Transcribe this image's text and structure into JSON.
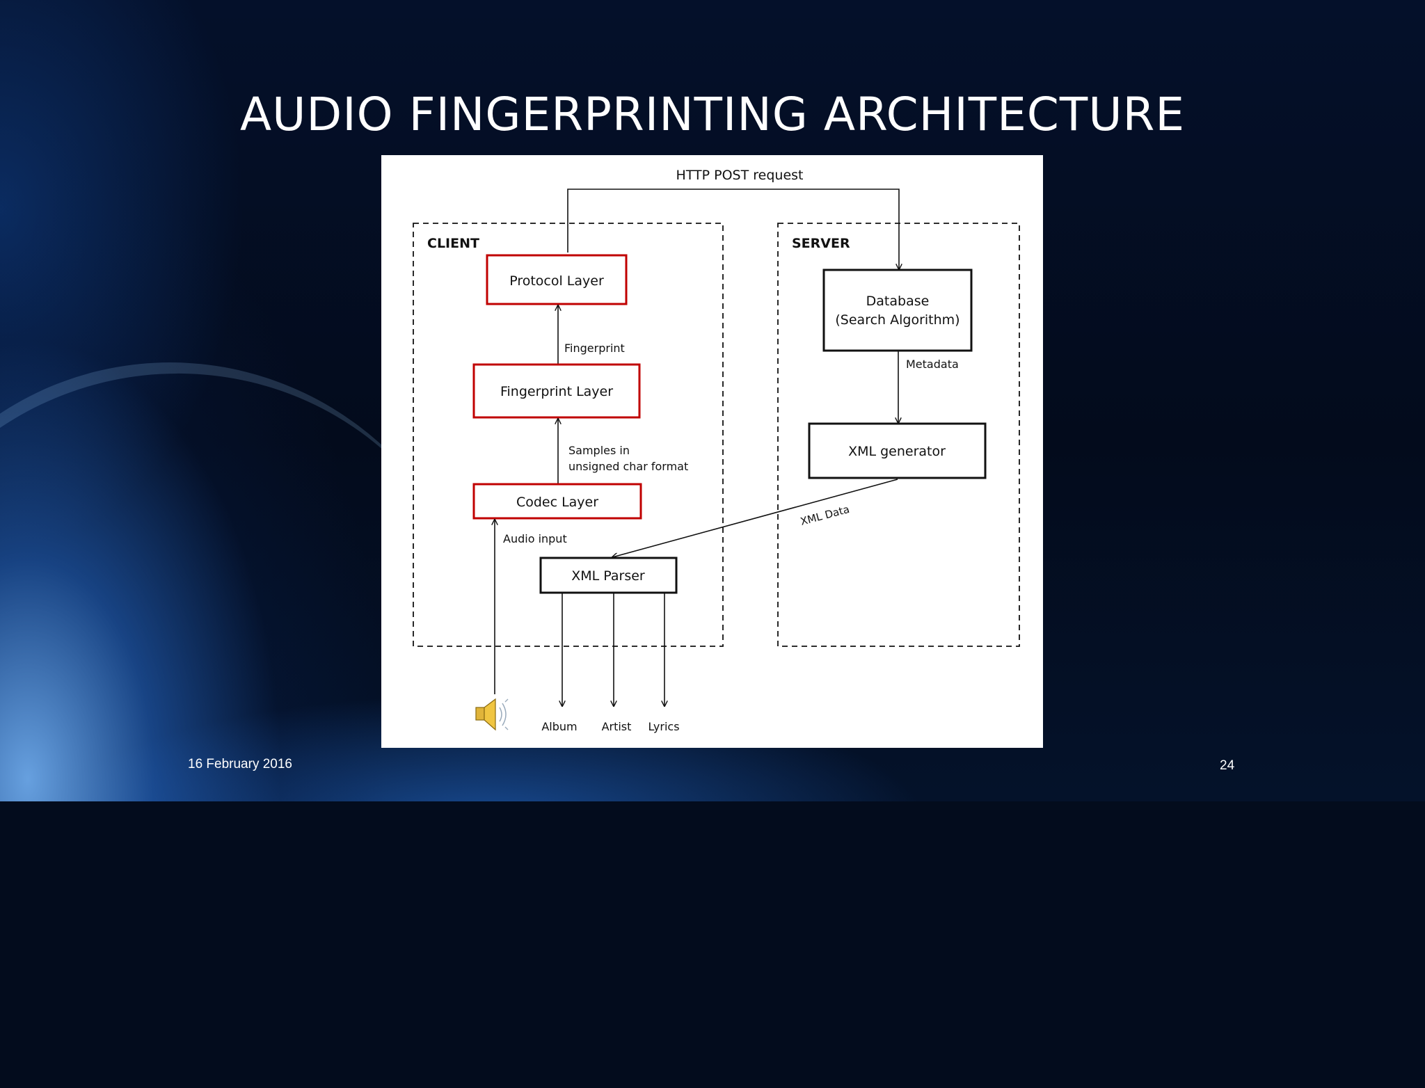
{
  "slide": {
    "title": "AUDIO FINGERPRINTING ARCHITECTURE",
    "date": "16 February 2016",
    "page_number": "24"
  },
  "diagram": {
    "http_label": "HTTP POST request",
    "client": {
      "label": "CLIENT",
      "protocol_layer": "Protocol Layer",
      "fingerprint_layer": "Fingerprint Layer",
      "codec_layer": "Codec Layer",
      "xml_parser": "XML Parser",
      "fingerprint_edge": "Fingerprint",
      "samples_edge_line1": "Samples in",
      "samples_edge_line2": "unsigned char format",
      "audio_input_edge": "Audio input"
    },
    "server": {
      "label": "SERVER",
      "database_line1": "Database",
      "database_line2": "(Search Algorithm)",
      "metadata_edge": "Metadata",
      "xml_generator": "XML generator"
    },
    "xml_data_edge": "XML Data",
    "outputs": [
      "Album",
      "Artist",
      "Lyrics"
    ],
    "icons": {
      "speaker": "speaker-icon"
    },
    "colors": {
      "layer_border": "#c00000",
      "box_border": "#000000"
    }
  }
}
